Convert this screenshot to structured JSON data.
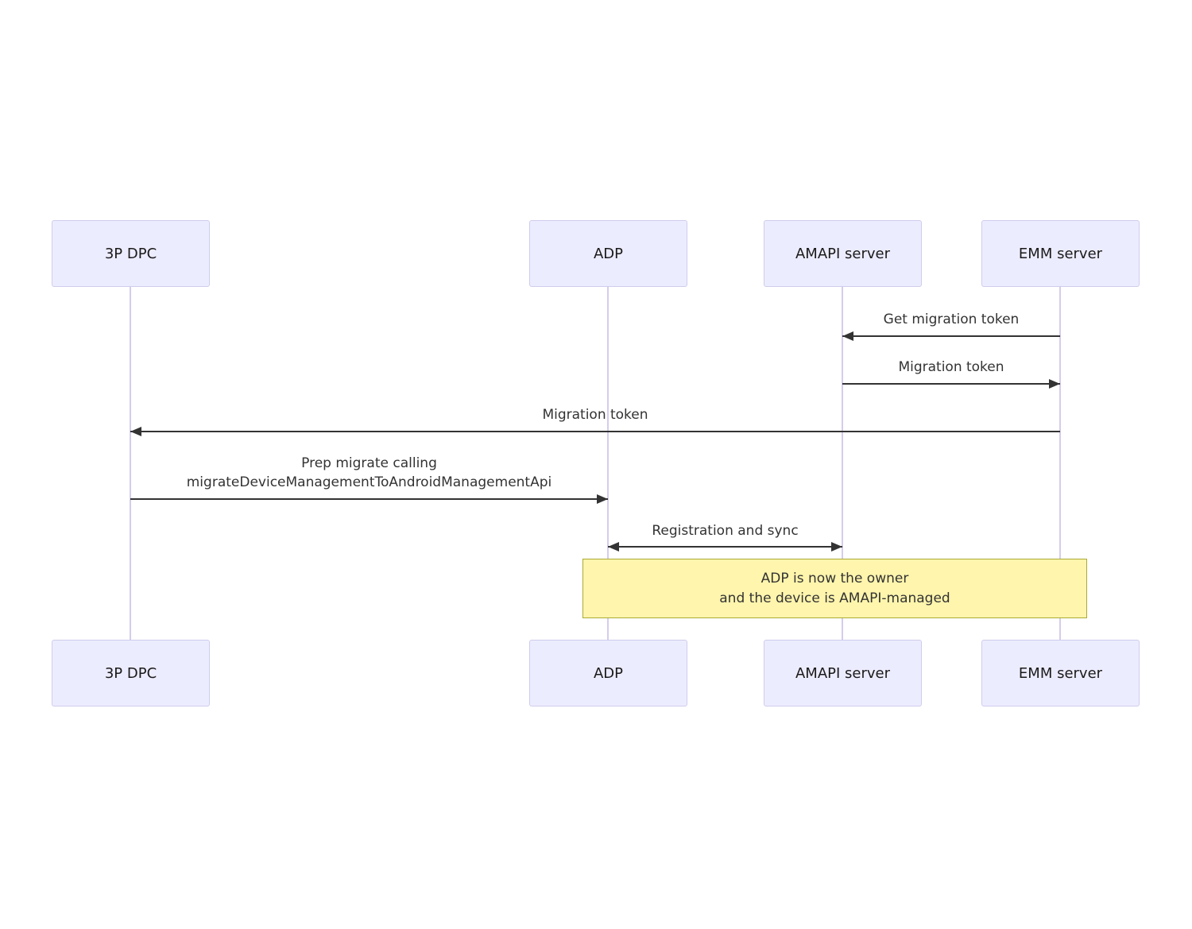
{
  "diagram": {
    "type": "sequence-diagram",
    "actors": [
      {
        "name": "3P DPC"
      },
      {
        "name": "ADP"
      },
      {
        "name": "AMAPI server"
      },
      {
        "name": "EMM server"
      }
    ],
    "messages": [
      {
        "from": "EMM server",
        "to": "AMAPI server",
        "arrow": "left",
        "lines": [
          "Get migration token"
        ]
      },
      {
        "from": "AMAPI server",
        "to": "EMM server",
        "arrow": "right",
        "lines": [
          "Migration token"
        ]
      },
      {
        "from": "EMM server",
        "to": "3P DPC",
        "arrow": "left",
        "lines": [
          "Migration token"
        ]
      },
      {
        "from": "3P DPC",
        "to": "ADP",
        "arrow": "right",
        "lines": [
          "Prep migrate calling",
          "migrateDeviceManagementToAndroidManagementApi"
        ]
      },
      {
        "from": "ADP",
        "to": "AMAPI server",
        "arrow": "both",
        "lines": [
          "Registration and sync"
        ]
      }
    ],
    "note": {
      "over": [
        "ADP",
        "EMM server"
      ],
      "lines": [
        "ADP is now the owner",
        "and the device is AMAPI-managed"
      ]
    },
    "colors": {
      "actor_fill": "#ececff",
      "actor_border": "#cfccec",
      "lifeline": "#d5cceb",
      "arrow": "#333333",
      "message_text": "#333333",
      "note_fill": "#fff5ad",
      "note_border": "#aaaa33",
      "background": "#ffffff"
    }
  }
}
